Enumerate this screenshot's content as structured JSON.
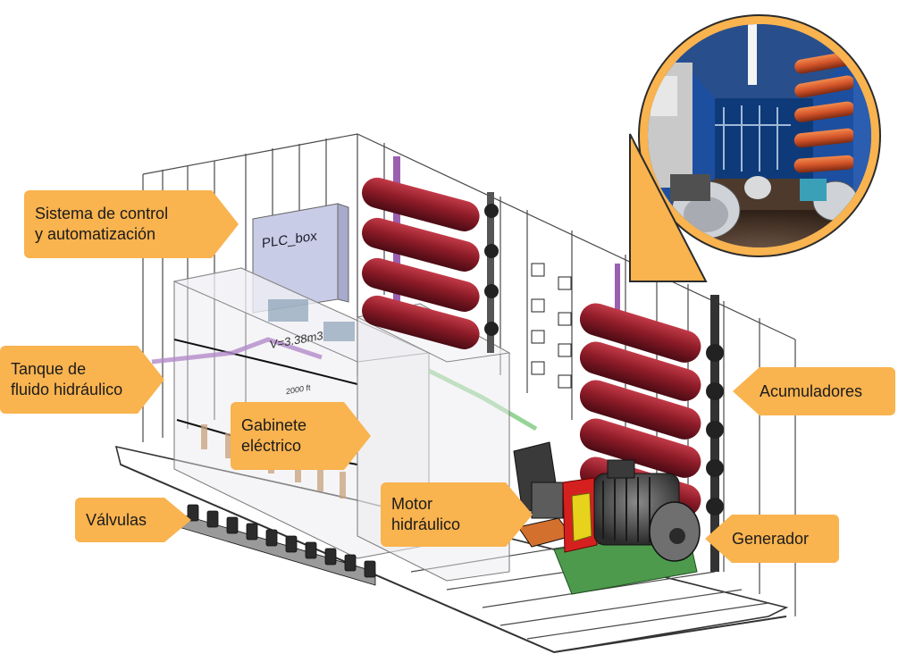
{
  "callouts": {
    "control": "Sistema de control y automatización",
    "control_line1": "Sistema de control",
    "control_line2": "y automatización",
    "tank_line1": "Tanque de",
    "tank_line2": "fluido hidráulico",
    "cabinet_line1": "Gabinete",
    "cabinet_line2": "eléctrico",
    "valves": "Válvulas",
    "motor_line1": "Motor",
    "motor_line2": "hidráulico",
    "accumulators": "Acumuladores",
    "generator": "Generador"
  },
  "model_labels": {
    "plc": "PLC_box",
    "tank_volume": "V=3.38m3",
    "tank_size": "2000 ft"
  },
  "colors": {
    "callout_fill": "#f9b34f",
    "accumulator_red": "#8e1c28",
    "photo_frame": "#f9b34f",
    "container_blue": "#1c4fa0"
  },
  "icons": [
    "container-frame",
    "photo-inset"
  ]
}
